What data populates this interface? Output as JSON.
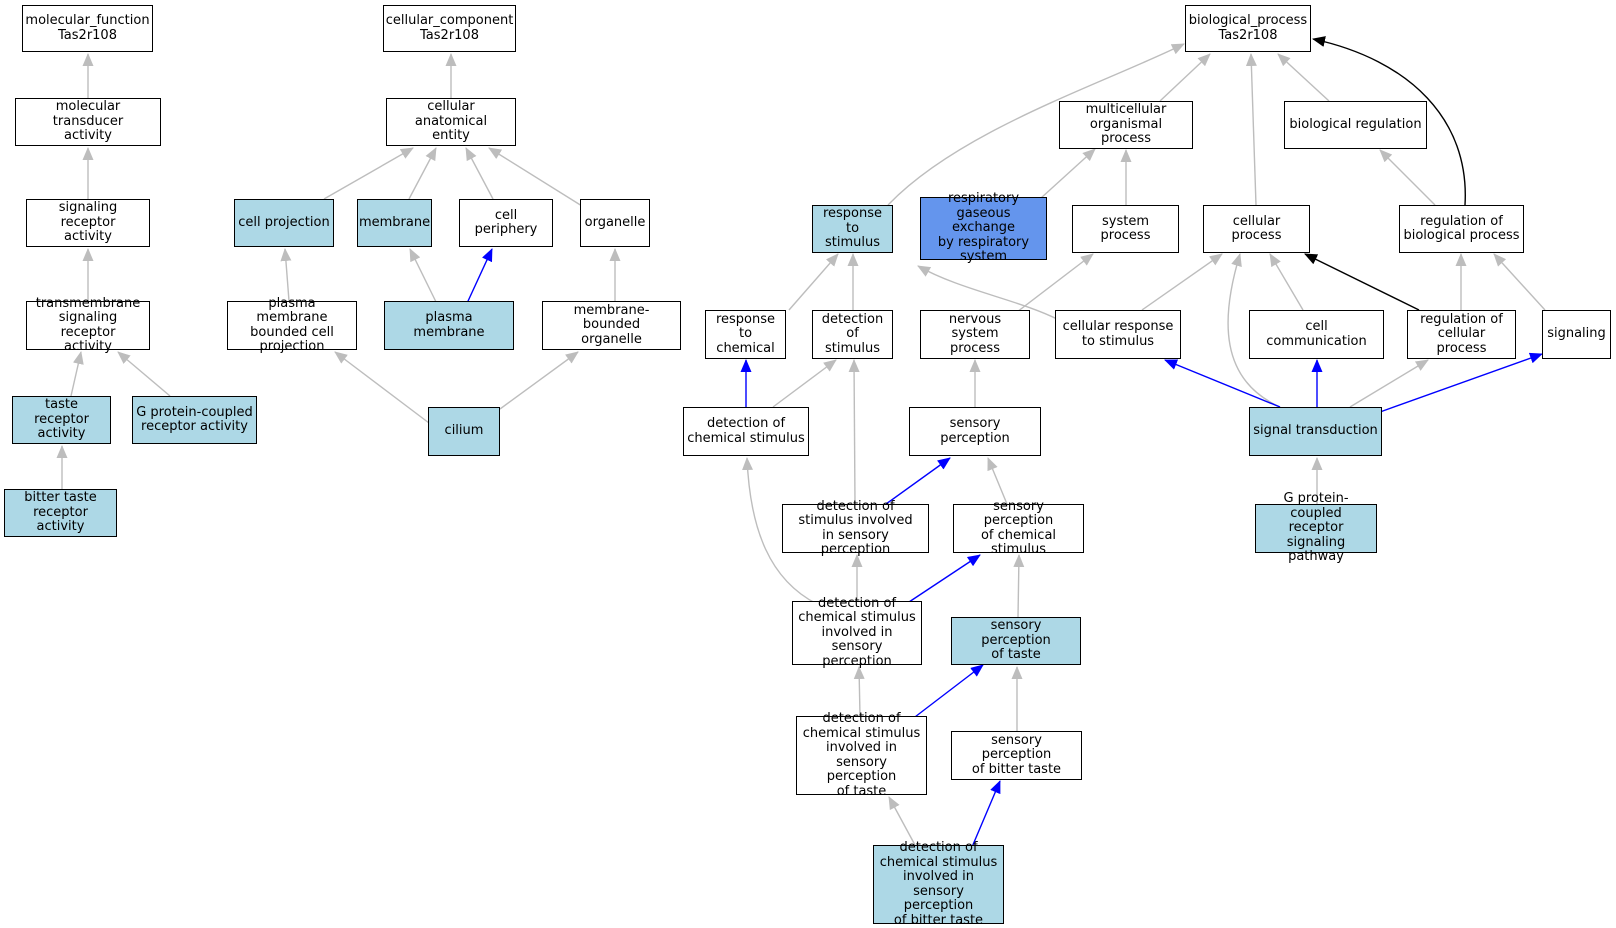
{
  "colors": {
    "is_a": "#bdbdbd",
    "regulates": "#0000ff",
    "part_of": "#000000",
    "highlight": "#add8e6",
    "selected": "#6495ed"
  },
  "nodes": {
    "mf_root": "molecular_function\nTas2r108",
    "mol_transducer": "molecular transducer\nactivity",
    "sig_receptor": "signaling receptor\nactivity",
    "tm_sig_receptor": "transmembrane\nsignaling receptor\nactivity",
    "taste_receptor": "taste receptor\nactivity",
    "gpcr_activity": "G protein-coupled\nreceptor activity",
    "bitter_taste_receptor": "bitter taste\nreceptor activity",
    "cc_root": "cellular_component\nTas2r108",
    "cell_anat": "cellular anatomical\nentity",
    "cell_projection": "cell projection",
    "membrane": "membrane",
    "cell_periphery": "cell periphery",
    "organelle": "organelle",
    "pm_bounded": "plasma membrane\nbounded cell\nprojection",
    "plasma_membrane": "plasma membrane",
    "mem_bounded_org": "membrane-bounded\norganelle",
    "cilium": "cilium",
    "bp_root": "biological_process\nTas2r108",
    "multicellular": "multicellular\norganismal process",
    "bio_regulation": "biological regulation",
    "response_stimulus": "response to\nstimulus",
    "respiratory": "respiratory\ngaseous exchange\nby respiratory\nsystem",
    "system_process": "system process",
    "cellular_process": "cellular process",
    "reg_bio_process": "regulation of\nbiological process",
    "response_chemical": "response to\nchemical",
    "detection_stimulus": "detection of\nstimulus",
    "nervous_system": "nervous system\nprocess",
    "cell_resp_stimulus": "cellular response\nto stimulus",
    "cell_communication": "cell communication",
    "reg_cell_process": "regulation of\ncellular process",
    "signaling": "signaling",
    "det_chem_stimulus": "detection of\nchemical stimulus",
    "sensory_perception": "sensory perception",
    "signal_transduction": "signal transduction",
    "det_stim_sensory": "detection of\nstimulus involved\nin sensory perception",
    "sp_chemical": "sensory perception\nof chemical\nstimulus",
    "gpcr_pathway": "G protein-coupled\nreceptor signaling\npathway",
    "det_chem_sensory": "detection of\nchemical stimulus\ninvolved in\nsensory perception",
    "sp_taste": "sensory perception\nof taste",
    "det_chem_taste": "detection of\nchemical stimulus\ninvolved in\nsensory perception\nof taste",
    "sp_bitter": "sensory perception\nof bitter taste",
    "det_chem_bitter": "detection of\nchemical stimulus\ninvolved in\nsensory perception\nof bitter taste"
  }
}
